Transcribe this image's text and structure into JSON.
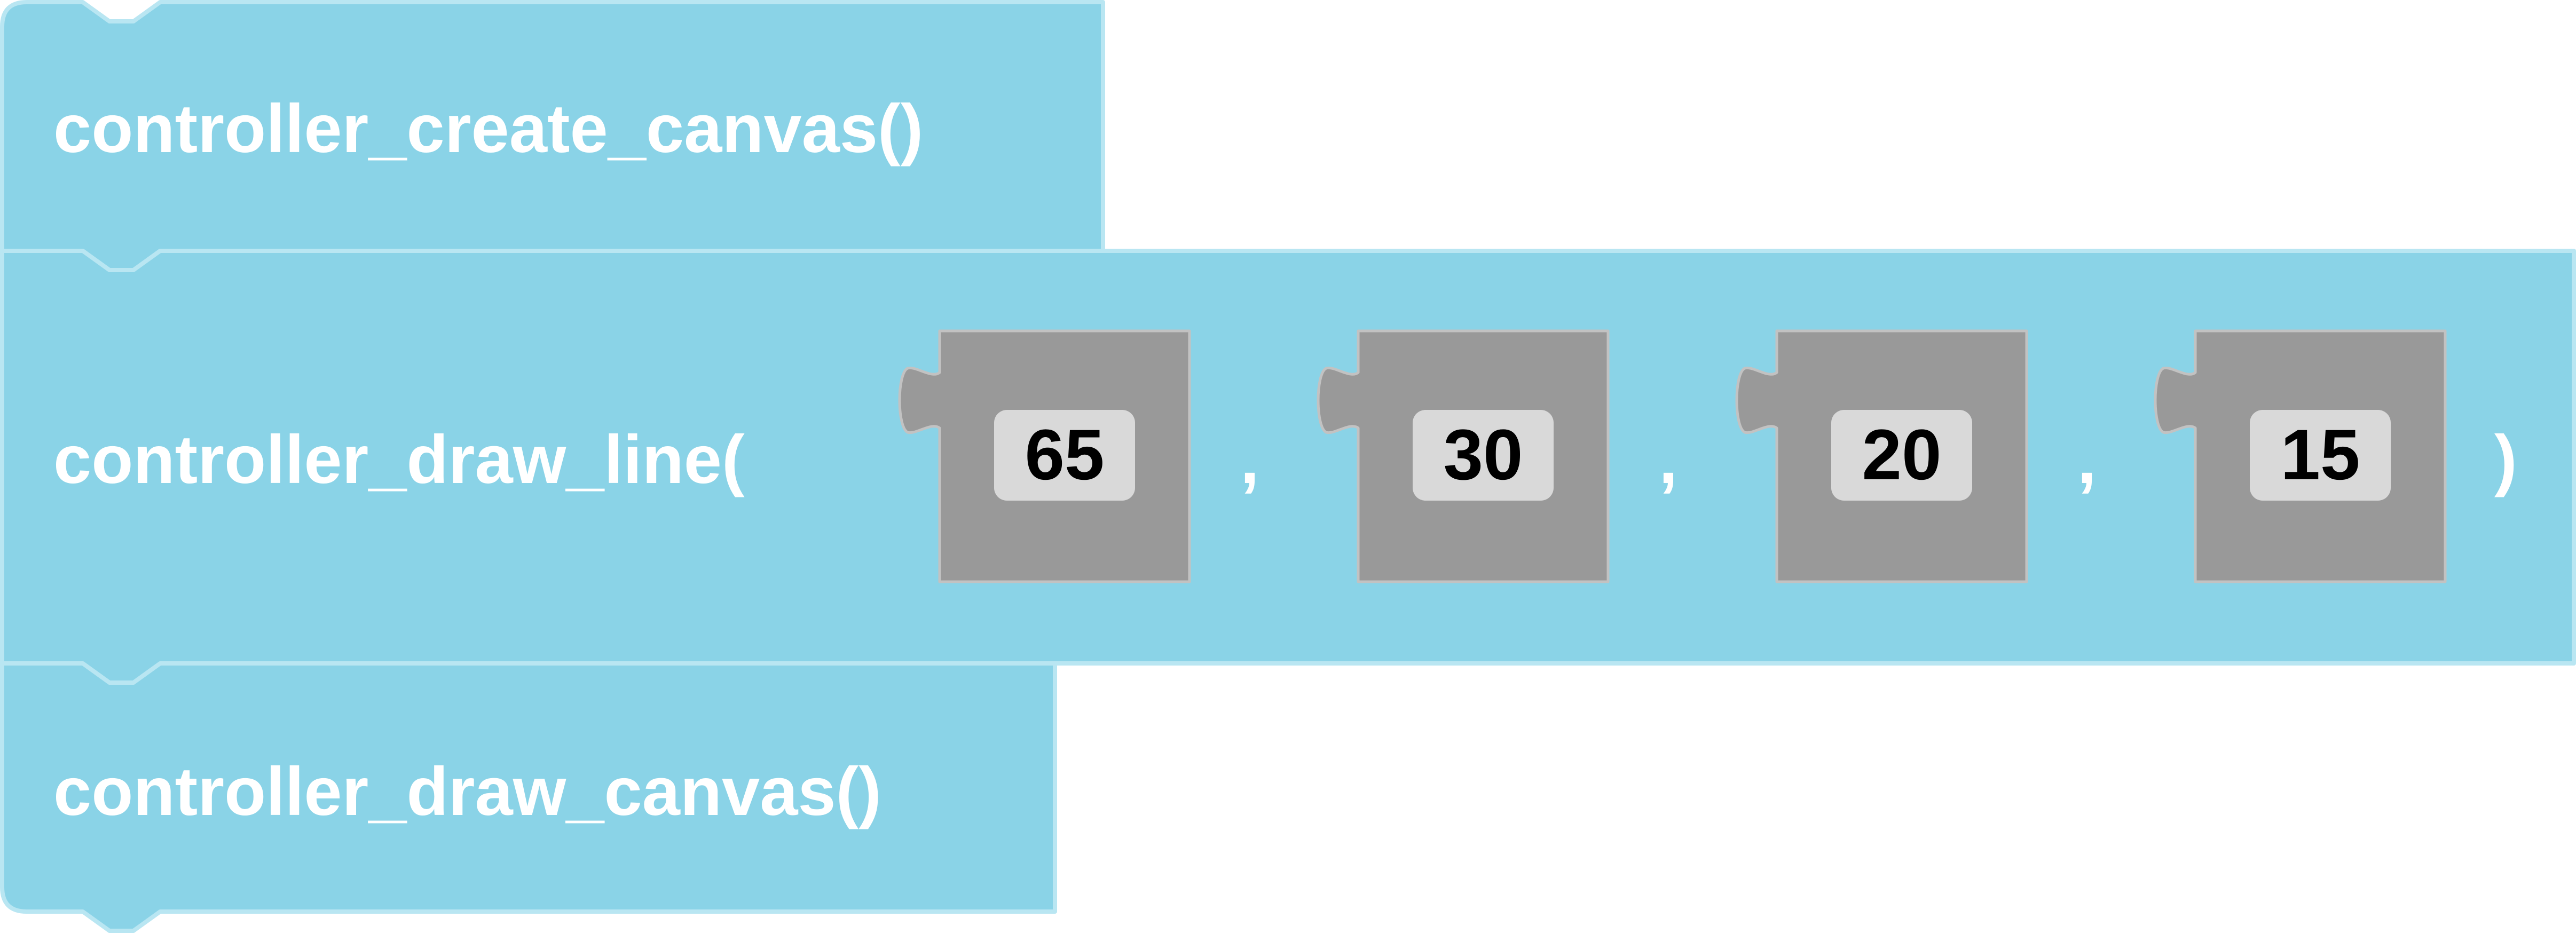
{
  "workspace": {
    "colors": {
      "block_fill": "#8ad3e7",
      "block_outline": "#b9e6f2",
      "value_block_fill": "#999999",
      "field_fill": "#d9d9d9",
      "label_text": "#ffffff",
      "field_text": "#000000"
    },
    "blocks": [
      {
        "label": "controller_create_canvas()"
      },
      {
        "label_open": "controller_draw_line(",
        "separators": [
          ",",
          ",",
          ","
        ],
        "label_close": ")",
        "args": [
          "65",
          "30",
          "20",
          "15"
        ]
      },
      {
        "label": "controller_draw_canvas()"
      }
    ]
  }
}
